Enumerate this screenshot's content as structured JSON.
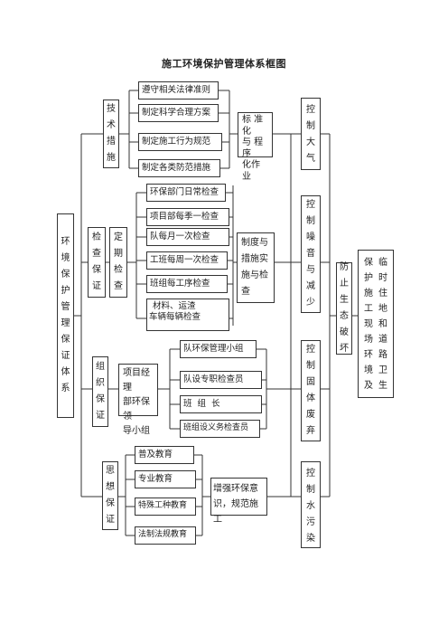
{
  "title": "施工环境保护管理体系框图",
  "root": "环境保护管理保证体系",
  "groups": {
    "tech": {
      "label": "技术措施",
      "items": [
        "遵守相关法律准则",
        "制定科学合理方案",
        "制定施工行为规范",
        "制定各类防范措施"
      ],
      "result": [
        "标 准 化",
        "与 程 序",
        "化作业"
      ]
    },
    "check": {
      "label": "检查保证",
      "sublabel": "定期检查",
      "items": [
        "环保部门日常检查",
        "项目部每季一检查",
        "队每月一次检查",
        "工班每周一次检查",
        "班组每工序检查",
        "材料、运渣",
        "车辆每辆检查"
      ],
      "result": [
        "制度与",
        "措施实",
        "施与检",
        "查"
      ]
    },
    "org": {
      "label": "组织保证",
      "leader": [
        "项目经理",
        "部环保领",
        "导小组"
      ],
      "items": [
        "队环保管理小组",
        "队设专职检查员",
        "班  组  长",
        "班组设义务检查员"
      ]
    },
    "thought": {
      "label": "思想保证",
      "items": [
        "普及教育",
        "专业教育",
        "特殊工种教育",
        "法制法规教育"
      ],
      "result": [
        "增强环保意",
        "识，规范施工"
      ]
    }
  },
  "controls": [
    "控制大气",
    "控制噪音与减少",
    "控制固体废弃",
    "控制水污染"
  ],
  "prevent": "防止生态破坏",
  "goal": "保护施工现场环境及临时住地和道路卫生"
}
